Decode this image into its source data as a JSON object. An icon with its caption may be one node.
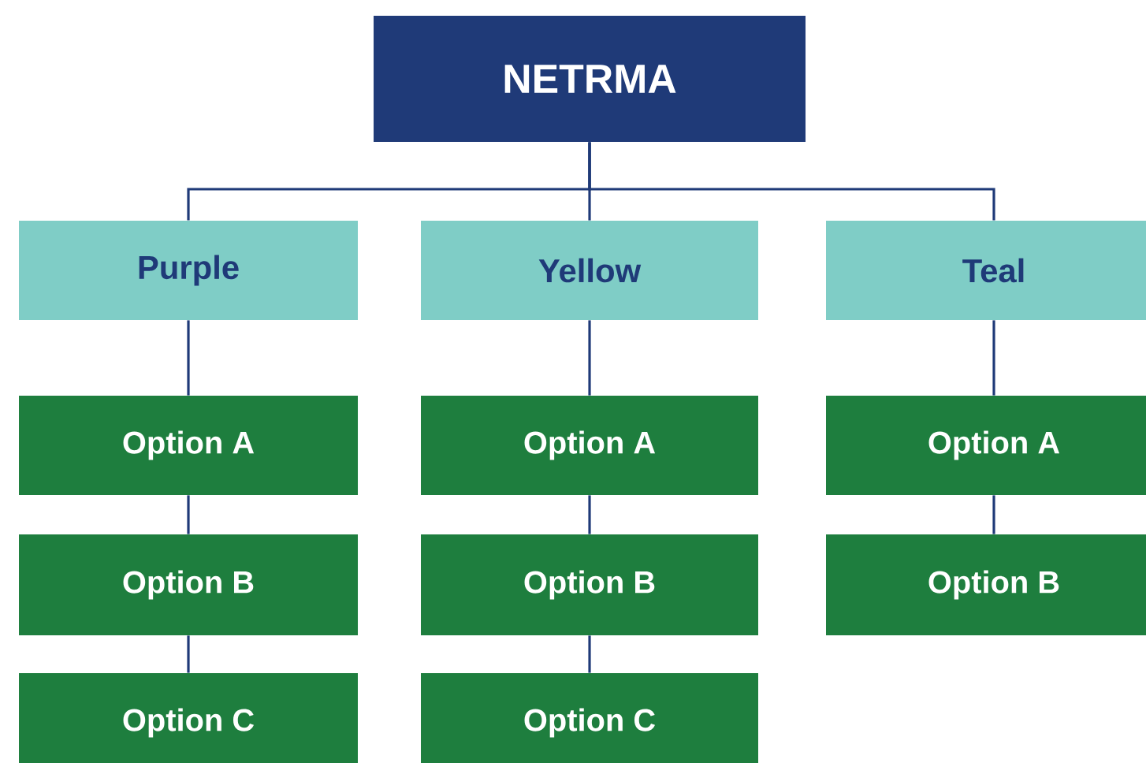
{
  "diagram": {
    "nodes": [
      {
        "text": [
          "NETRMA"
        ]
      },
      {
        "text": [
          "Purple"
        ]
      },
      {
        "text": [
          "Yellow"
        ]
      },
      {
        "text": [
          "Teal"
        ]
      },
      {
        "text": [
          "Option A"
        ]
      },
      {
        "text": [
          "Option B"
        ]
      },
      {
        "text": [
          "Option C"
        ]
      },
      {
        "text": [
          "Option A"
        ]
      },
      {
        "text": [
          "Option B"
        ]
      },
      {
        "text": [
          "Option C"
        ]
      },
      {
        "text": [
          "Option A"
        ]
      },
      {
        "text": [
          "Option B"
        ]
      }
    ],
    "edges": [
      {
        "from": 0,
        "to": 1,
        "arrow": "none"
      },
      {
        "from": 0,
        "to": 2,
        "arrow": "none"
      },
      {
        "from": 0,
        "to": 3,
        "arrow": "none"
      },
      {
        "from": 1,
        "to": 4,
        "arrow": "none"
      },
      {
        "from": 4,
        "to": 5,
        "arrow": "none"
      },
      {
        "from": 5,
        "to": 6,
        "arrow": "none"
      },
      {
        "from": 2,
        "to": 7,
        "arrow": "none"
      },
      {
        "from": 7,
        "to": 8,
        "arrow": "none"
      },
      {
        "from": 8,
        "to": 9,
        "arrow": "none"
      },
      {
        "from": 3,
        "to": 10,
        "arrow": "none"
      },
      {
        "from": 10,
        "to": 11,
        "arrow": "none"
      }
    ]
  }
}
